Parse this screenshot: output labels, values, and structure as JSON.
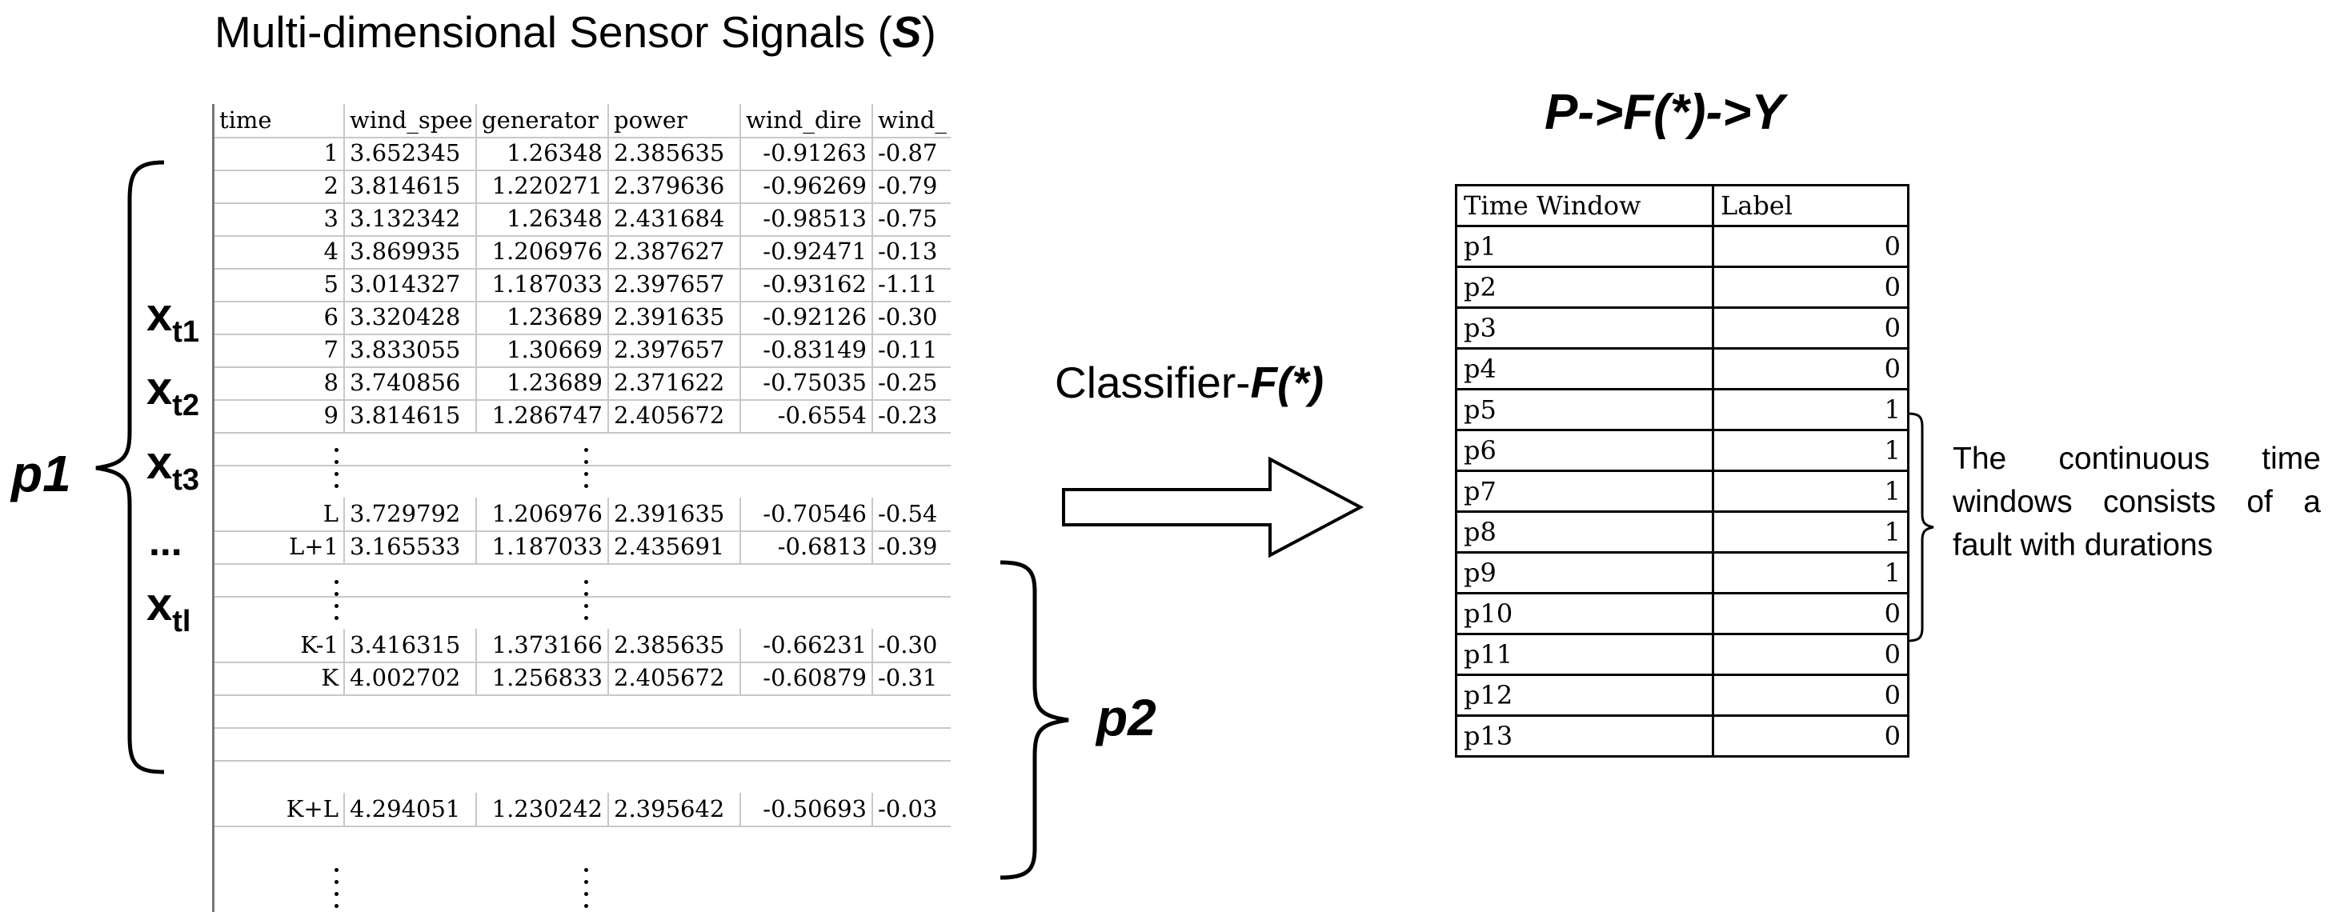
{
  "sensor_table": {
    "title": "Multi-dimensional Sensor Signals (",
    "title_symbol": "S",
    "title_close": ")",
    "headers": [
      "time",
      "wind_spee",
      "generator",
      "power",
      "wind_dire",
      "wind_"
    ],
    "rows": [
      [
        "1",
        "3.652345",
        "1.26348",
        "2.385635",
        "-0.91263",
        "-0.87"
      ],
      [
        "2",
        "3.814615",
        "1.220271",
        "2.379636",
        "-0.96269",
        "-0.79"
      ],
      [
        "3",
        "3.132342",
        "1.26348",
        "2.431684",
        "-0.98513",
        "-0.75"
      ],
      [
        "4",
        "3.869935",
        "1.206976",
        "2.387627",
        "-0.92471",
        "-0.13"
      ],
      [
        "5",
        "3.014327",
        "1.187033",
        "2.397657",
        "-0.93162",
        "-1.11"
      ],
      [
        "6",
        "3.320428",
        "1.23689",
        "2.391635",
        "-0.92126",
        "-0.30"
      ],
      [
        "7",
        "3.833055",
        "1.30669",
        "2.397657",
        "-0.83149",
        "-0.11"
      ],
      [
        "8",
        "3.740856",
        "1.23689",
        "2.371622",
        "-0.75035",
        "-0.25"
      ],
      [
        "9",
        "3.814615",
        "1.286747",
        "2.405672",
        "-0.6554",
        "-0.23"
      ],
      [
        "L",
        "3.729792",
        "1.206976",
        "2.391635",
        "-0.70546",
        "-0.54"
      ],
      [
        "L+1",
        "3.165533",
        "1.187033",
        "2.435691",
        "-0.6813",
        "-0.39"
      ],
      [
        "K-1",
        "3.416315",
        "1.373166",
        "2.385635",
        "-0.66231",
        "-0.30"
      ],
      [
        "K",
        "4.002702",
        "1.256833",
        "2.405672",
        "-0.60879",
        "-0.31"
      ],
      [
        "K+L",
        "4.294051",
        "1.230242",
        "2.395642",
        "-0.50693",
        "-0.03"
      ]
    ]
  },
  "left_labels": {
    "p1": "p1",
    "x_letter": "x",
    "subs": [
      "t1",
      "t2",
      "t3"
    ],
    "ellipsis": "...",
    "last_sub": "tl"
  },
  "p2": "p2",
  "classifier": {
    "text": "Classifier-",
    "func": "F(*)"
  },
  "mapping_title": "P->F(*)->Y",
  "label_table": {
    "headers": [
      "Time Window",
      "Label"
    ],
    "rows": [
      [
        "p1",
        "0"
      ],
      [
        "p2",
        "0"
      ],
      [
        "p3",
        "0"
      ],
      [
        "p4",
        "0"
      ],
      [
        "p5",
        "1"
      ],
      [
        "p6",
        "1"
      ],
      [
        "p7",
        "1"
      ],
      [
        "p8",
        "1"
      ],
      [
        "p9",
        "1"
      ],
      [
        "p10",
        "0"
      ],
      [
        "p11",
        "0"
      ],
      [
        "p12",
        "0"
      ],
      [
        "p13",
        "0"
      ]
    ]
  },
  "annotation": "The continuous time windows consists of a fault with durations",
  "icons": {
    "brace_p1": "left-curly-brace",
    "brace_p2": "right-curly-brace",
    "brace_fault": "right-curly-brace",
    "arrow": "right-block-arrow"
  }
}
